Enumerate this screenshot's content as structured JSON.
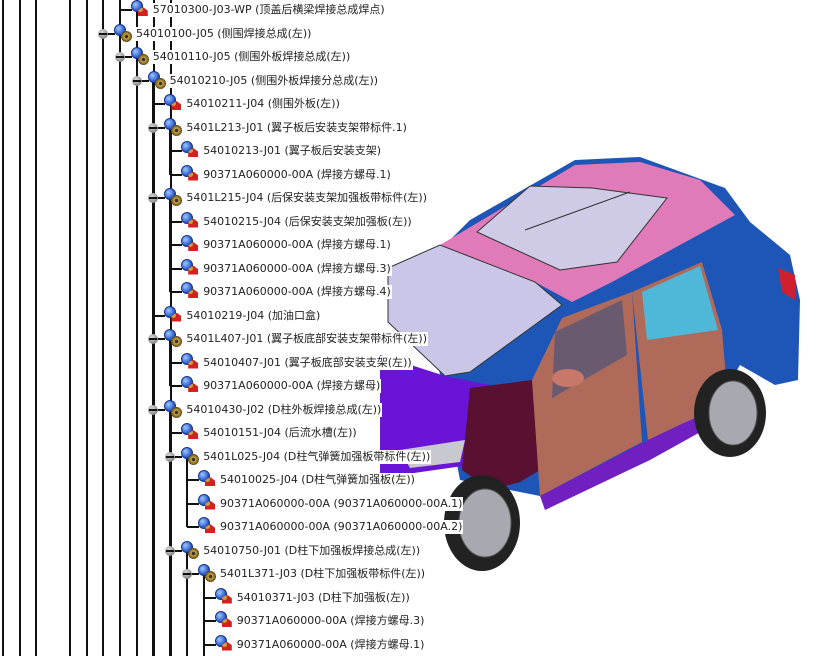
{
  "viewer": {
    "type": "specification-tree-over-3d-model"
  },
  "colors": {
    "roof_pink": "#e07ab8",
    "body_blue": "#1e56b8",
    "hood_purple": "#6a14d8",
    "door_brown": "#b06a5a",
    "fender_maroon": "#5a1030",
    "glass": "#c9c6e8",
    "tree_line": "#111111"
  },
  "tree": {
    "rows": [
      {
        "level": 1,
        "type": "leaf",
        "label": "57010300-J03-WP (顶盖后横梁焊接总成焊点)"
      },
      {
        "level": 0,
        "type": "node",
        "label": "54010100-J05 (侧围焊接总成(左))"
      },
      {
        "level": 1,
        "type": "node",
        "label": "54010110-J05 (侧围外板焊接总成(左))"
      },
      {
        "level": 2,
        "type": "node",
        "label": "54010210-J05 (侧围外板焊接分总成(左))"
      },
      {
        "level": 3,
        "type": "leaf",
        "label": "54010211-J04 (侧围外板(左))"
      },
      {
        "level": 3,
        "type": "node",
        "label": "5401L213-J01 (翼子板后安装支架带标件.1)"
      },
      {
        "level": 4,
        "type": "leaf",
        "label": "54010213-J01 (翼子板后安装支架)"
      },
      {
        "level": 4,
        "type": "leaf",
        "label": "90371A060000-00A (焊接方螺母.1)"
      },
      {
        "level": 3,
        "type": "node",
        "label": "5401L215-J04 (后保安装支架加强板带标件(左))"
      },
      {
        "level": 4,
        "type": "leaf",
        "label": "54010215-J04 (后保安装支架加强板(左))"
      },
      {
        "level": 4,
        "type": "leaf",
        "label": "90371A060000-00A (焊接方螺母.1)"
      },
      {
        "level": 4,
        "type": "leaf",
        "label": "90371A060000-00A (焊接方螺母.3)"
      },
      {
        "level": 4,
        "type": "leaf",
        "label": "90371A060000-00A (焊接方螺母.4)"
      },
      {
        "level": 3,
        "type": "leaf",
        "label": "54010219-J04 (加油口盒)"
      },
      {
        "level": 3,
        "type": "node",
        "label": "5401L407-J01 (翼子板底部安装支架带标件(左))"
      },
      {
        "level": 4,
        "type": "leaf",
        "label": "54010407-J01 (翼子板底部安装支架(左))"
      },
      {
        "level": 4,
        "type": "leaf",
        "label": "90371A060000-00A (焊接方螺母)"
      },
      {
        "level": 3,
        "type": "node",
        "label": "54010430-J02 (D柱外板焊接总成(左))"
      },
      {
        "level": 4,
        "type": "leaf",
        "label": "54010151-J04 (后流水槽(左))"
      },
      {
        "level": 4,
        "type": "node",
        "label": "5401L025-J04 (D柱气弹簧加强板带标件(左))"
      },
      {
        "level": 5,
        "type": "leaf",
        "label": "54010025-J04 (D柱气弹簧加强板(左))"
      },
      {
        "level": 5,
        "type": "leaf",
        "label": "90371A060000-00A (90371A060000-00A.1)"
      },
      {
        "level": 5,
        "type": "leaf",
        "label": "90371A060000-00A (90371A060000-00A.2)"
      },
      {
        "level": 4,
        "type": "node",
        "label": "54010750-J01 (D柱下加强板焊接总成(左))"
      },
      {
        "level": 5,
        "type": "node",
        "label": "5401L371-J03 (D柱下加强板带标件(左))"
      },
      {
        "level": 6,
        "type": "leaf",
        "label": "54010371-J03 (D柱下加强板(左))"
      },
      {
        "level": 6,
        "type": "leaf",
        "label": "90371A060000-00A (焊接方螺母.3)"
      },
      {
        "level": 6,
        "type": "leaf",
        "label": "90371A060000-00A (焊接方螺母.1)"
      }
    ]
  }
}
